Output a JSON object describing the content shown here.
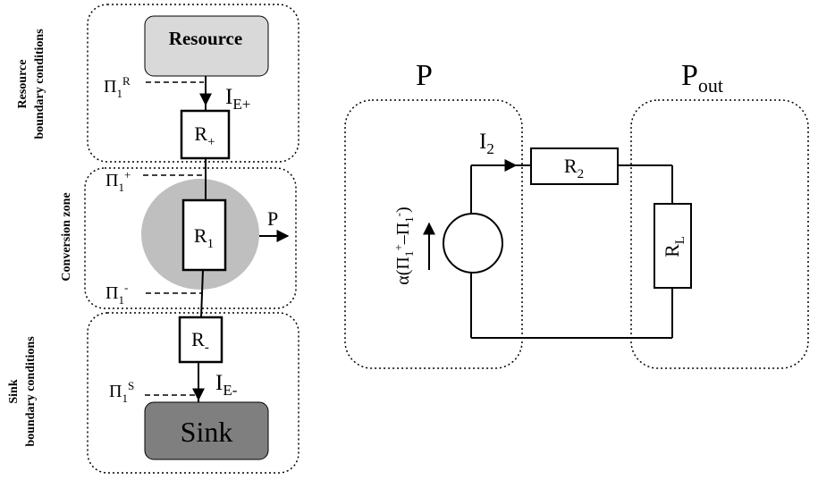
{
  "left_diagram": {
    "resource_block": "Resource",
    "sink_block": "Sink",
    "side_labels": {
      "resource_line1": "Resource",
      "resource_line2": "boundary conditions",
      "conversion": "Conversion zone",
      "sink_line1": "Sink",
      "sink_line2": "boundary conditions"
    },
    "potentials": {
      "resource": {
        "base": "Π",
        "sub": "1",
        "sup": "R"
      },
      "plus": {
        "base": "Π",
        "sub": "1",
        "sup": "+"
      },
      "minus": {
        "base": "Π",
        "sub": "1",
        "sup": "-"
      },
      "sink": {
        "base": "Π",
        "sub": "1",
        "sup": "S"
      }
    },
    "resistors": {
      "r_plus": {
        "base": "R",
        "sub": "+"
      },
      "r1": {
        "base": "R",
        "sub": "1"
      },
      "r_minus": {
        "base": "R",
        "sub": "-"
      }
    },
    "currents": {
      "i_plus": {
        "base": "I",
        "sub": "E+"
      },
      "i_minus": {
        "base": "I",
        "sub": "E-"
      }
    },
    "power_label": "P"
  },
  "right_diagram": {
    "zone_p_label": "P",
    "zone_pout_label": {
      "base": "P",
      "sub": "out"
    },
    "current": {
      "base": "I",
      "sub": "2"
    },
    "r2": {
      "base": "R",
      "sub": "2"
    },
    "rl": {
      "base": "R",
      "sub": "L"
    },
    "source_label": {
      "alpha": "α(Π",
      "sub1": "1",
      "sup_plus": "+",
      "minus": "–Π",
      "sub2": "1",
      "sup_minus": "-",
      "close": ")"
    }
  },
  "colors": {
    "resource_fill": "#d9d9d9",
    "sink_fill": "#7f7f7f",
    "conversion_circle": "#bfbfbf"
  }
}
